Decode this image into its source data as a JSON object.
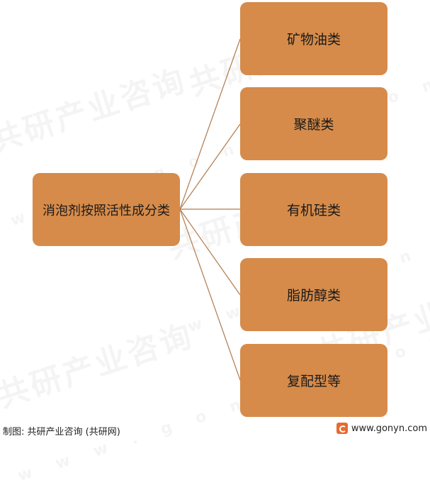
{
  "diagram": {
    "root_label": "消泡剂按照活性成分类",
    "children": [
      {
        "label": "矿物油类"
      },
      {
        "label": "聚醚类"
      },
      {
        "label": "有机硅类"
      },
      {
        "label": "脂肪醇类"
      },
      {
        "label": "复配型等"
      }
    ]
  },
  "colors": {
    "box_fill": "#d68b4a",
    "connector": "#b07a4c"
  },
  "footer": {
    "source": "制图: 共研产业咨询 (共研网)",
    "site": "www.gonyn.com"
  }
}
